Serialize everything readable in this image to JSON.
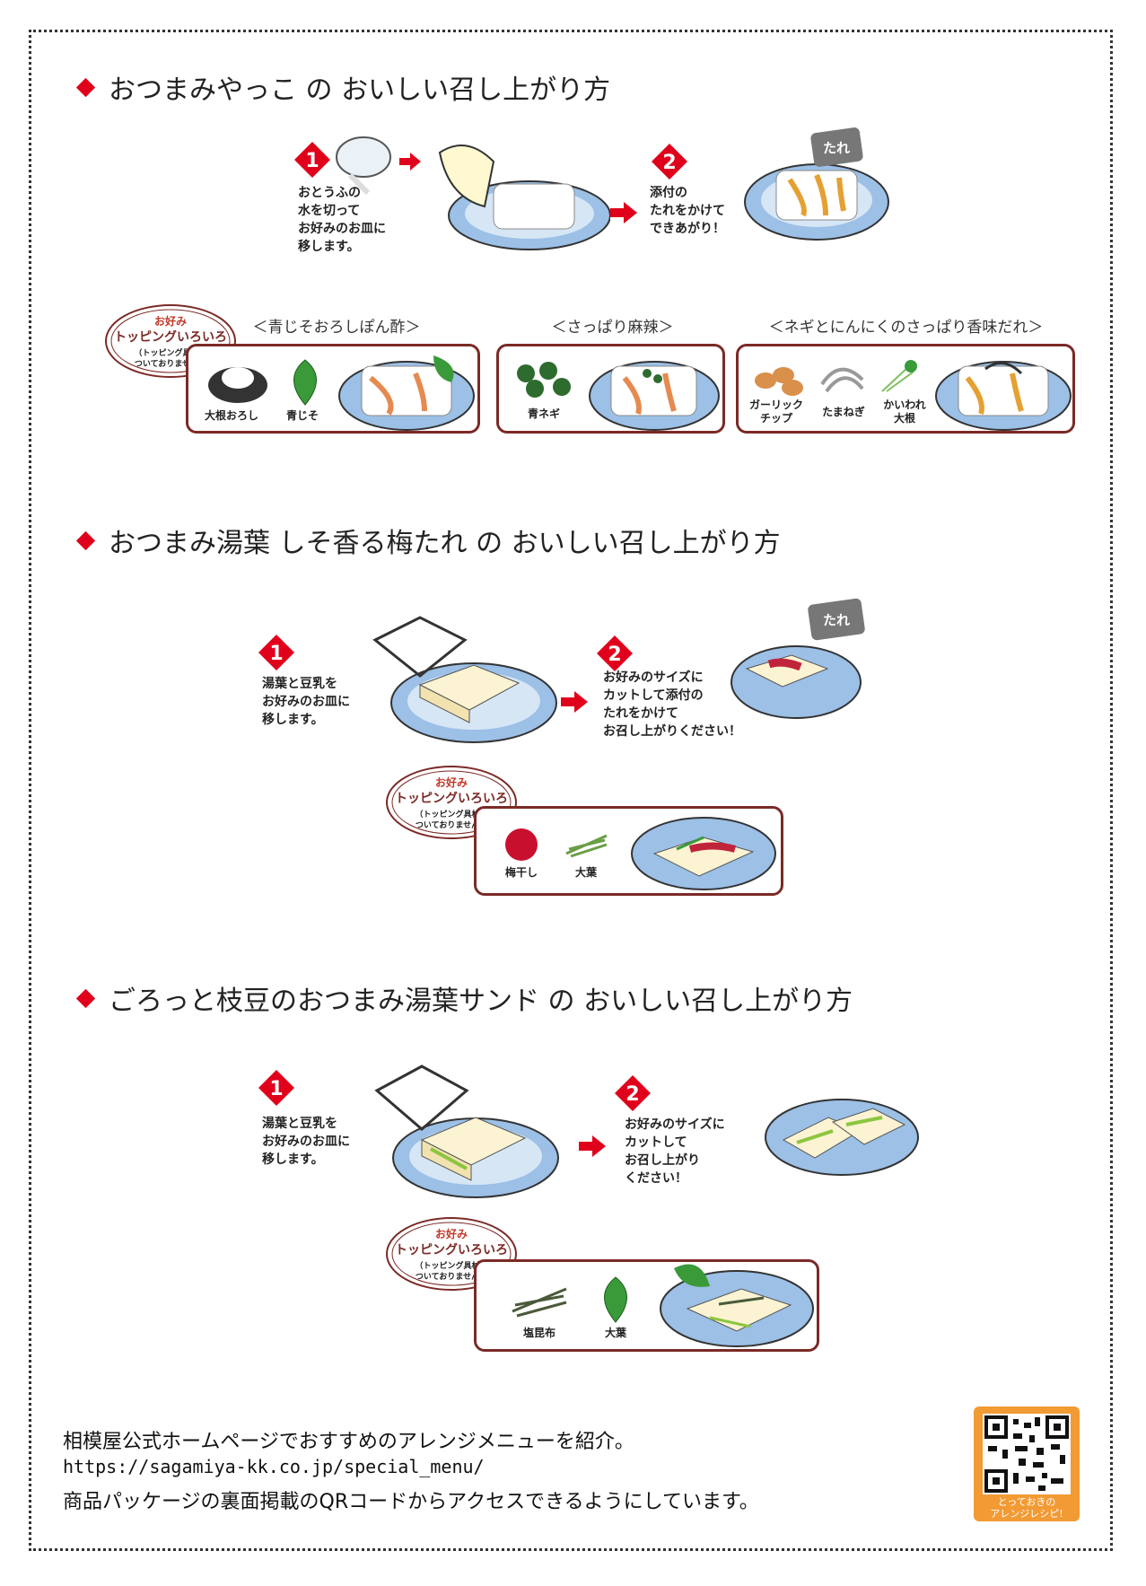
{
  "sections": [
    {
      "heading": "おつまみやっこ の おいしい召し上がり方",
      "step1_text": "おとうふの\n水を切って\nお好みのお皿に\n移します。",
      "step2_text": "添付の\nたれをかけて\nできあがり！",
      "tare": "たれ",
      "stamp": {
        "line1": "お好み",
        "line2": "トッピングいろいろ",
        "line3": "（トッピング具材は\nついておりません）"
      },
      "toppings": [
        {
          "label": "＜青じそおろしぽん酢＞",
          "items": [
            "大根おろし",
            "青じそ"
          ]
        },
        {
          "label": "＜さっぱり麻辣＞",
          "items": [
            "青ネギ"
          ]
        },
        {
          "label": "＜ネギとにんにくのさっぱり香味だれ＞",
          "items": [
            "ガーリック\nチップ",
            "たまねぎ",
            "かいわれ\n大根"
          ]
        }
      ]
    },
    {
      "heading": "おつまみ湯葉 しそ香る梅たれ の おいしい召し上がり方",
      "step1_text": "湯葉と豆乳を\nお好みのお皿に\n移します。",
      "step2_text": "お好みのサイズに\nカットして添付の\nたれをかけて\nお召し上がりください！",
      "tare": "たれ",
      "stamp": {
        "line1": "お好み",
        "line2": "トッピングいろいろ",
        "line3": "（トッピング具材は\nついておりません）"
      },
      "toppings": [
        {
          "items": [
            "梅干し",
            "大葉"
          ]
        }
      ]
    },
    {
      "heading": "ごろっと枝豆のおつまみ湯葉サンド の おいしい召し上がり方",
      "step1_text": "湯葉と豆乳を\nお好みのお皿に\n移します。",
      "step2_text": "お好みのサイズに\nカットして\nお召し上がり\nください！",
      "stamp": {
        "line1": "お好み",
        "line2": "トッピングいろいろ",
        "line3": "（トッピング具材は\nついておりません）"
      },
      "toppings": [
        {
          "items": [
            "塩昆布",
            "大葉"
          ]
        }
      ]
    }
  ],
  "footer": {
    "line1": "相模屋公式ホームページでおすすめのアレンジメニューを紹介。",
    "url": "https://sagamiya-kk.co.jp/special_menu/",
    "line3": "商品パッケージの裏面掲載のQRコードからアクセスできるようにしています。",
    "qr_caption": "とっておきの\nアレンジレシピ!"
  },
  "colors": {
    "accent": "#e0001b",
    "box": "#7b2a26",
    "qr": "#f29a34"
  }
}
